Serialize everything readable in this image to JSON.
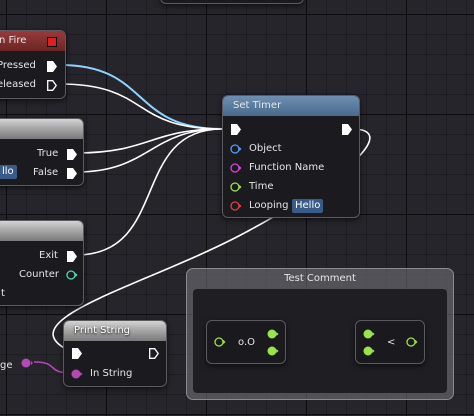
{
  "nodes": {
    "input_fire": {
      "title": "n Fire",
      "pins": [
        "Pressed",
        "eleased"
      ]
    },
    "branch": {
      "pins": [
        "True",
        "False"
      ],
      "left_tag": "llo"
    },
    "loop": {
      "pins": [
        "Exit",
        "Counter"
      ],
      "left_fragment": "t"
    },
    "set_timer": {
      "title": "Set Timer",
      "pins": [
        "Object",
        "Function Name",
        "Time",
        "Looping"
      ],
      "looping_value": "Hello"
    },
    "print_string": {
      "title": "Print String",
      "pins": [
        "In String"
      ],
      "left_fragment": "ge"
    },
    "comment": {
      "title": "Test Comment",
      "node_a_label": "o.O",
      "node_b_label": "<"
    }
  },
  "colors": {
    "exec_wire": "#ffffff",
    "selected_wire": "#8fd3ff",
    "object_pin": "#4ea0ff",
    "function_pin": "#e040e0",
    "time_pin": "#9be34a",
    "looping_pin": "#e04040",
    "string_pin": "#b34ab3",
    "counter_pin": "#50d8b0"
  },
  "icons": {
    "exec_pin": "pentagon-arrow",
    "data_pin": "circle-arrow",
    "close": "red-square"
  }
}
